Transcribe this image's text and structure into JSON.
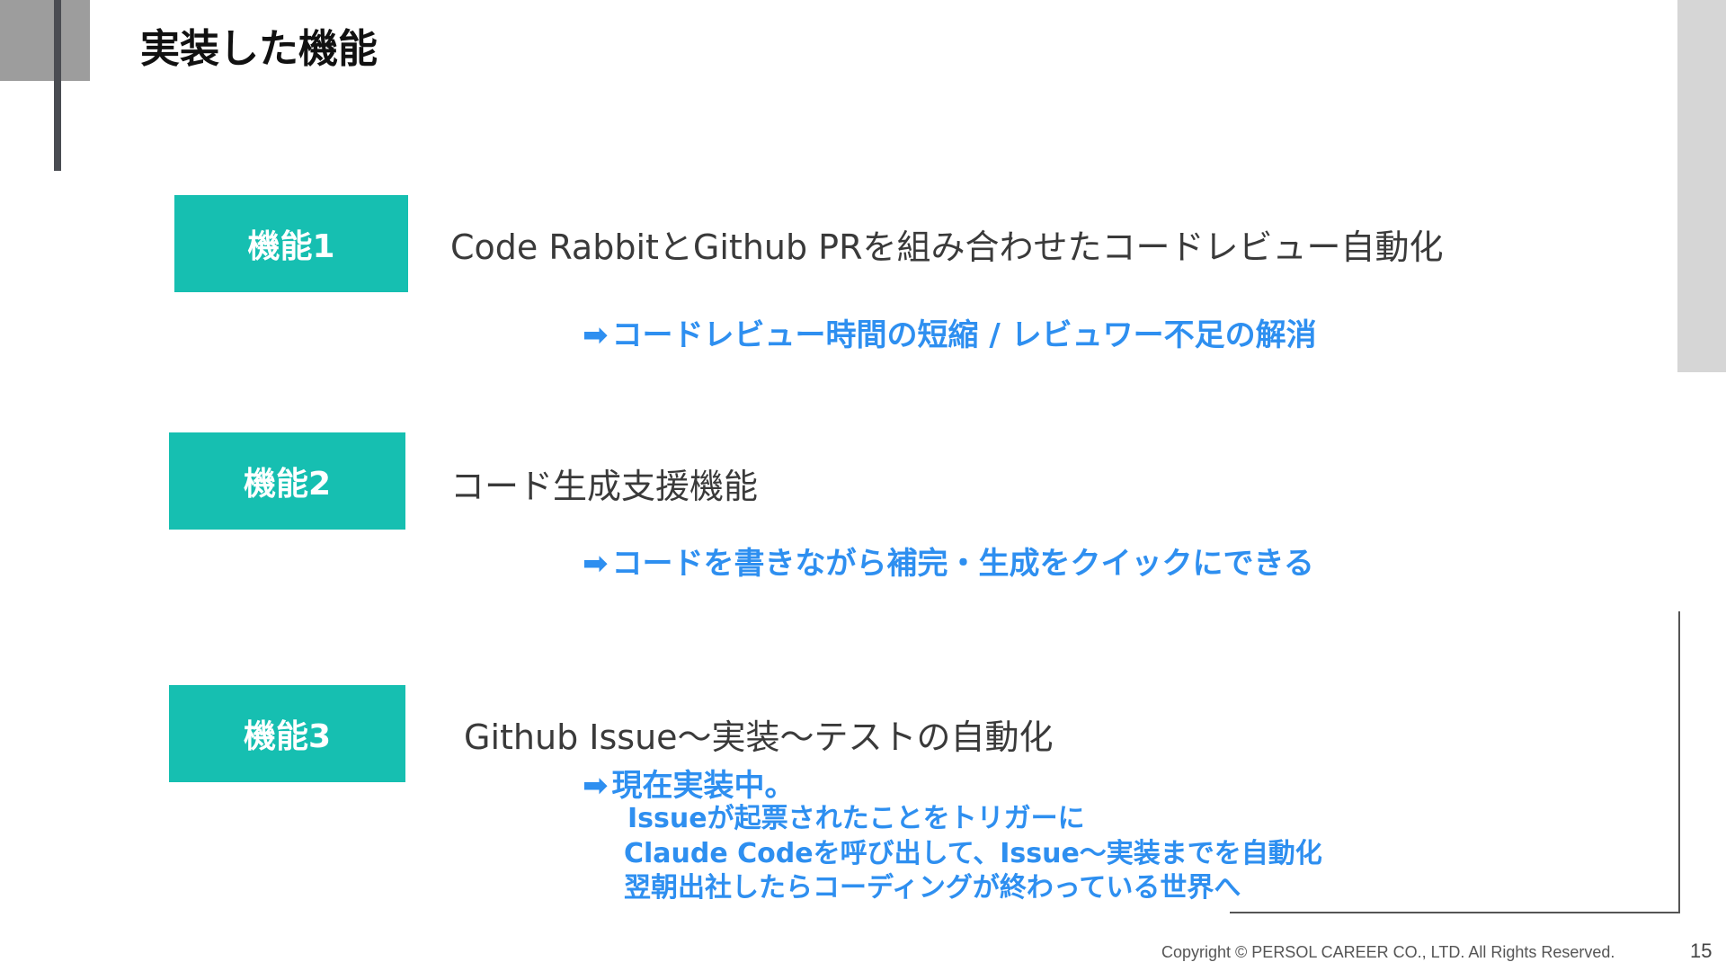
{
  "slide": {
    "title": "実装した機能",
    "page_number": "15",
    "copyright": "Copyright © PERSOL CAREER CO., LTD. All Rights Reserved."
  },
  "features": [
    {
      "tag": "機能1",
      "heading": "Code RabbitとGithub PRを組み合わせたコードレビュー自動化",
      "result": "コードレビュー時間の短縮 / レビュワー不足の解消"
    },
    {
      "tag": "機能2",
      "heading": "コード生成支援機能",
      "result": "コードを書きながら補完・生成をクイックにできる"
    },
    {
      "tag": "機能3",
      "heading": "Github Issue〜実装〜テストの自動化",
      "result": "現在実装中。",
      "details": [
        "Issueが起票されたことをトリガーに",
        "Claude Codeを呼び出して、Issue〜実装までを自動化",
        "翌朝出社したらコーディングが終わっている世界へ"
      ]
    }
  ],
  "icons": {
    "result_arrow": "right-arrow-icon"
  },
  "colors": {
    "accent": "#16bfb1",
    "highlight_text": "#2e8ff0"
  }
}
